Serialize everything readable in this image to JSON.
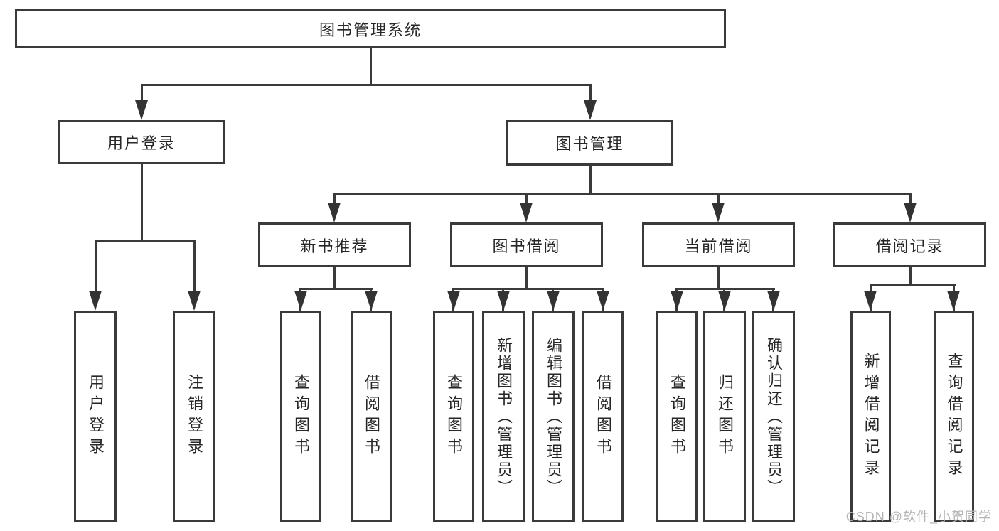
{
  "colors": {
    "line": "#3a3a3a",
    "text": "#262626",
    "watermark": "#b5b5b5"
  },
  "watermark": {
    "text": "CSDN @软件_小贺同学"
  },
  "tree": {
    "label": "图书管理系统",
    "children": [
      {
        "label": "用户登录",
        "children": [
          {
            "label": "用户登录"
          },
          {
            "label": "注销登录"
          }
        ]
      },
      {
        "label": "图书管理",
        "children": [
          {
            "label": "新书推荐",
            "children": [
              {
                "label": "查询图书"
              },
              {
                "label": "借阅图书"
              }
            ]
          },
          {
            "label": "图书借阅",
            "children": [
              {
                "label": "查询图书"
              },
              {
                "label": "新增图书（管理员）"
              },
              {
                "label": "编辑图书（管理员）"
              },
              {
                "label": "借阅图书"
              }
            ]
          },
          {
            "label": "当前借阅",
            "children": [
              {
                "label": "查询图书"
              },
              {
                "label": "归还图书"
              },
              {
                "label": "确认归还（管理员）"
              }
            ]
          },
          {
            "label": "借阅记录",
            "children": [
              {
                "label": "新增借阅记录"
              },
              {
                "label": "查询借阅记录"
              }
            ]
          }
        ]
      }
    ]
  }
}
